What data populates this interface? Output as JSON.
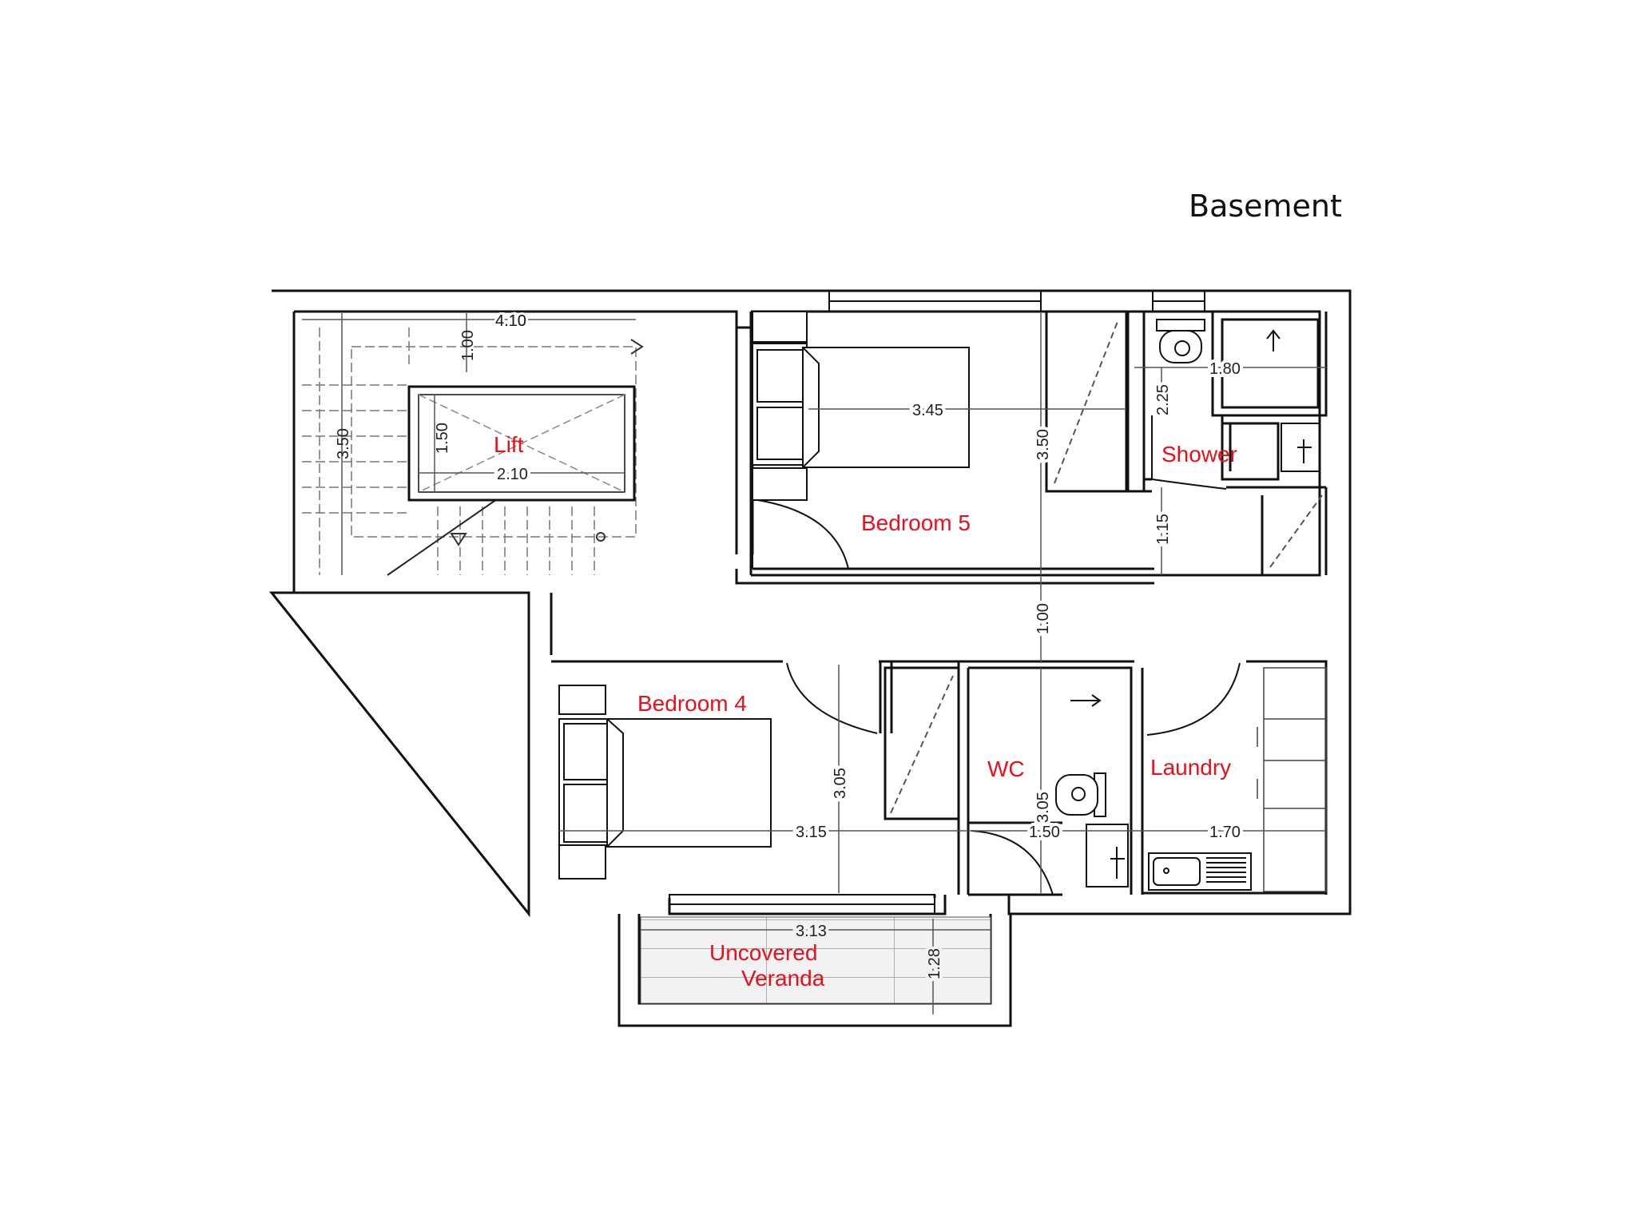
{
  "title": "Basement",
  "rooms": {
    "lift": "Lift",
    "bedroom5": "Bedroom 5",
    "shower": "Shower",
    "bedroom4": "Bedroom 4",
    "wc": "WC",
    "laundry": "Laundry",
    "veranda_line1": "Uncovered",
    "veranda_line2": "Veranda"
  },
  "dimensions": {
    "stair_width": "4.10",
    "stair_landing": "1.00",
    "stair_height": "3.50",
    "lift_height": "1.50",
    "lift_width": "2.10",
    "bedroom5_width": "3.45",
    "bedroom5_height": "3.50",
    "shower_width": "1.80",
    "shower_height": "2.25",
    "passage_small": "1.15",
    "corridor": "1.00",
    "bedroom4_height": "3.05",
    "bedroom4_width": "3.15",
    "wc_height": "3.05",
    "wc_width": "1.50",
    "laundry_width": "1.70",
    "veranda_width": "3.13",
    "veranda_depth": "1.28"
  },
  "colors": {
    "wall": "#111111",
    "room_label": "#e8101a",
    "dimension_text": "#222222",
    "veranda_fill": "#f2f2f2"
  }
}
